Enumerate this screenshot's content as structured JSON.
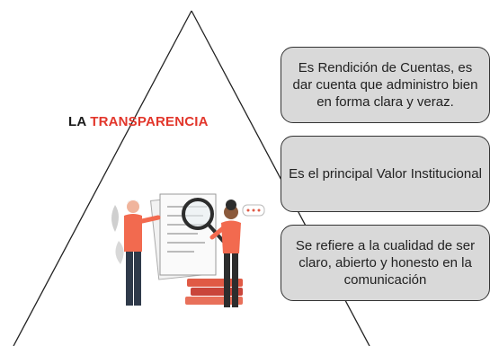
{
  "title": {
    "word1": "LA",
    "word2": "TRANSPARENCIA"
  },
  "boxes": [
    {
      "text": "Es Rendición de Cuentas, es dar cuenta que administro bien en forma clara y veraz."
    },
    {
      "text": "Es el principal Valor Institucional"
    },
    {
      "text": "Se refiere a la cualidad de ser claro, abierto y honesto en la comunicación"
    }
  ],
  "colors": {
    "accent": "#e2362b",
    "box_fill": "#d9d9d9",
    "outline": "#333333",
    "illustration_accent": "#f26a4f"
  },
  "illustration": {
    "subject": "two people examining a document with a magnifying glass"
  }
}
